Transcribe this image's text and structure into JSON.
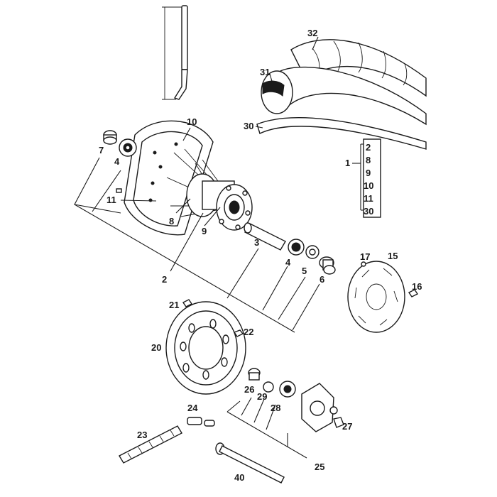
{
  "callouts": {
    "c1": "1",
    "c2": "2",
    "c3": "3",
    "c4a": "4",
    "c4b": "4",
    "c5": "5",
    "c6": "6",
    "c7": "7",
    "c8": "8",
    "c9": "9",
    "c10": "10",
    "c11": "11",
    "c15": "15",
    "c16": "16",
    "c17": "17",
    "c20": "20",
    "c21": "21",
    "c22": "22",
    "c23": "23",
    "c24": "24",
    "c25": "25",
    "c26": "26",
    "c27": "27",
    "c28": "28",
    "c29": "29",
    "c30": "30",
    "c31": "31",
    "c32": "32",
    "c40": "40"
  },
  "kit_box": [
    "2",
    "8",
    "9",
    "10",
    "11",
    "30"
  ]
}
